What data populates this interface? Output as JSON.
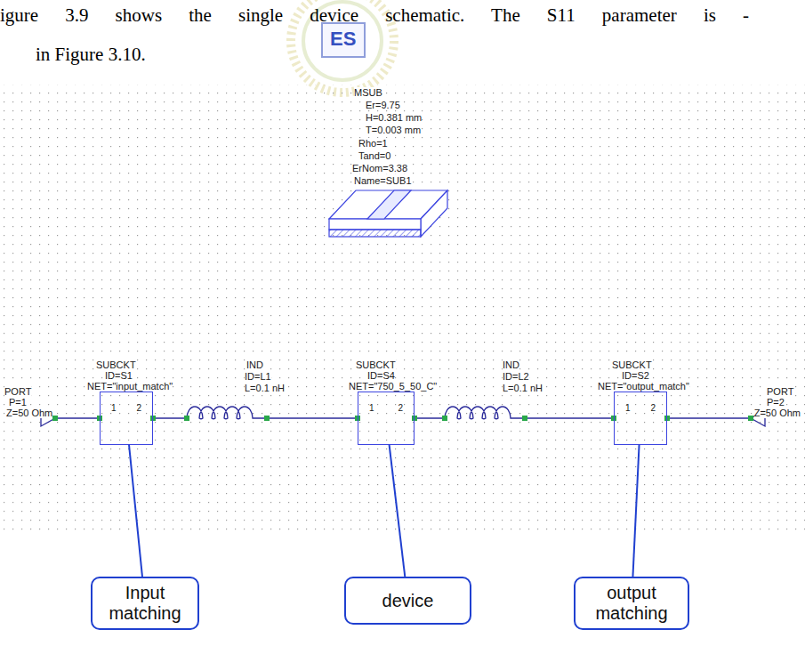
{
  "diagram": {
    "nodes": [
      {
        "text": [
          "1",
          "2"
        ]
      },
      {
        "text": [
          "1",
          "2"
        ]
      },
      {
        "text": [
          "1",
          "2"
        ]
      },
      {
        "text": [
          "Input matching"
        ]
      },
      {
        "text": [
          "device"
        ]
      },
      {
        "text": [
          "output matching"
        ]
      }
    ],
    "edges": [
      {
        "from": 3,
        "to": 0,
        "arrow": "none"
      },
      {
        "from": 4,
        "to": 1,
        "arrow": "none"
      },
      {
        "from": 5,
        "to": 2,
        "arrow": "none"
      }
    ],
    "labels": [
      "igure 3.9 shows the single device schematic. The S11 parameter is -",
      "in Figure 3.10.",
      "ES",
      "MSUB",
      "Er=9.75",
      "H=0.381 mm",
      "T=0.003 mm",
      "Rho=1",
      "Tand=0",
      "ErNom=3.38",
      "Name=SUB1",
      "PORT",
      "P=1",
      "Z=50 Ohm",
      "SUBCKT",
      "ID=S1",
      "NET=\"input_match\"",
      "IND",
      "ID=L1",
      "L=0.1 nH",
      "SUBCKT",
      "ID=S4",
      "NET=\"750_5_50_C\"",
      "IND",
      "ID=L2",
      "L=0.1 nH",
      "SUBCKT",
      "ID=S2",
      "NET=\"output_match\"",
      "PORT",
      "P=2",
      "Z=50 Ohm"
    ]
  }
}
